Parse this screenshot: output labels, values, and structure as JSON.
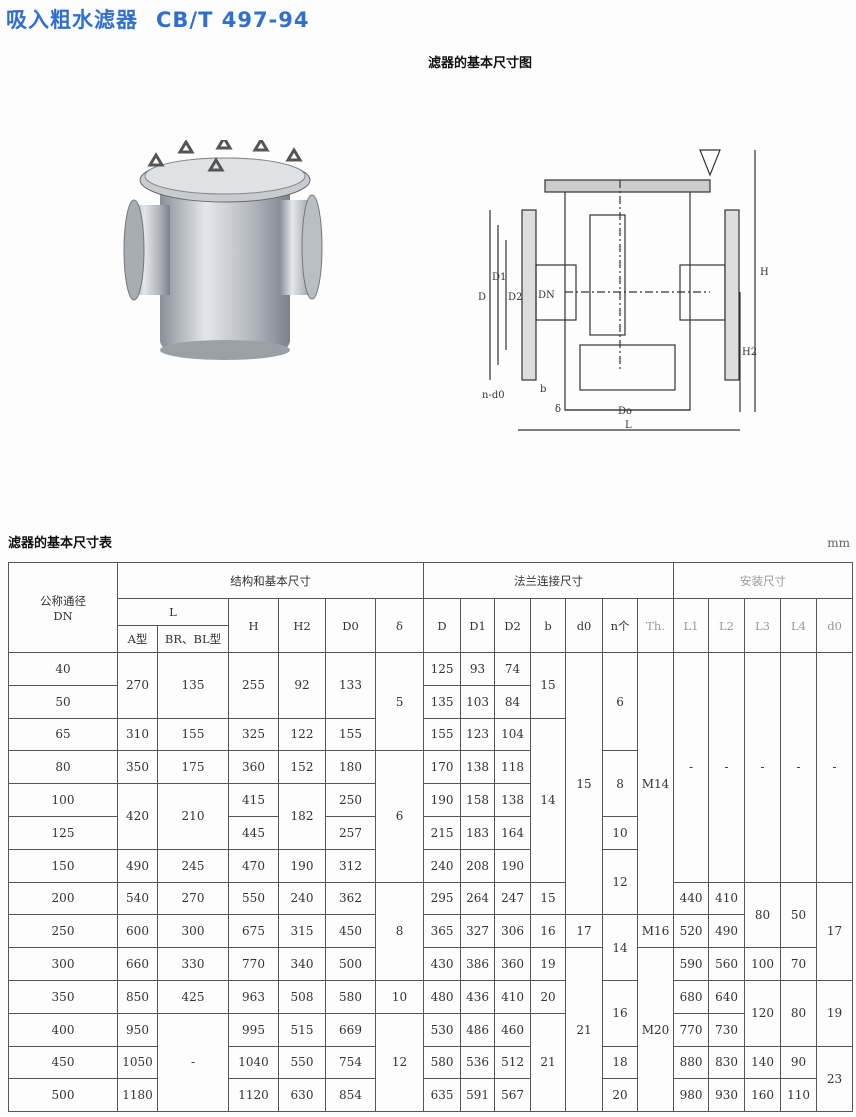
{
  "header": {
    "title": "吸入粗水滤器",
    "standard": "CB/T 497-94"
  },
  "figure": {
    "title": "滤器的基本尺寸图",
    "labels": {
      "D": "D",
      "D1": "D1",
      "D2": "D2",
      "DN": "DN",
      "H": "H",
      "H2": "H2",
      "nd0": "n-d0",
      "b": "b",
      "delta": "δ",
      "D0": "Do",
      "L": "L"
    }
  },
  "table": {
    "title": "滤器的基本尺寸表",
    "unit": "mm",
    "headers": {
      "dn_line1": "公称通径",
      "dn_line2": "DN",
      "group_structure": "结构和基本尺寸",
      "group_flange": "法兰连接尺寸",
      "group_install": "安装尺寸",
      "L": "L",
      "L_A": "A型",
      "L_BR": "BR、BL型",
      "H": "H",
      "H2": "H2",
      "D0": "D0",
      "delta": "δ",
      "D": "D",
      "D1": "D1",
      "D2": "D2",
      "b": "b",
      "d0": "d0",
      "n": "n个",
      "Th": "Th.",
      "L1": "L1",
      "L2": "L2",
      "L3": "L3",
      "L4": "L4",
      "d0_install": "d0"
    },
    "columns": [
      {
        "key": "dn",
        "cells": [
          [
            "40",
            1
          ],
          [
            "50",
            1
          ],
          [
            "65",
            1
          ],
          [
            "80",
            1
          ],
          [
            "100",
            1
          ],
          [
            "125",
            1
          ],
          [
            "150",
            1
          ],
          [
            "200",
            1
          ],
          [
            "250",
            1
          ],
          [
            "300",
            1
          ],
          [
            "350",
            1
          ],
          [
            "400",
            1
          ],
          [
            "450",
            1
          ],
          [
            "500",
            1
          ]
        ]
      },
      {
        "key": "L_A",
        "cells": [
          [
            "270",
            2
          ],
          [
            "310",
            1
          ],
          [
            "350",
            1
          ],
          [
            "420",
            2
          ],
          [
            "490",
            1
          ],
          [
            "540",
            1
          ],
          [
            "600",
            1
          ],
          [
            "660",
            1
          ],
          [
            "850",
            1
          ],
          [
            "950",
            1
          ],
          [
            "1050",
            1
          ],
          [
            "1180",
            1
          ]
        ]
      },
      {
        "key": "L_BR",
        "cells": [
          [
            "135",
            2
          ],
          [
            "155",
            1
          ],
          [
            "175",
            1
          ],
          [
            "210",
            2
          ],
          [
            "245",
            1
          ],
          [
            "270",
            1
          ],
          [
            "300",
            1
          ],
          [
            "330",
            1
          ],
          [
            "425",
            1
          ],
          [
            "-",
            3
          ]
        ]
      },
      {
        "key": "H",
        "cells": [
          [
            "255",
            2
          ],
          [
            "325",
            1
          ],
          [
            "360",
            1
          ],
          [
            "415",
            1
          ],
          [
            "445",
            1
          ],
          [
            "470",
            1
          ],
          [
            "550",
            1
          ],
          [
            "675",
            1
          ],
          [
            "770",
            1
          ],
          [
            "963",
            1
          ],
          [
            "995",
            1
          ],
          [
            "1040",
            1
          ],
          [
            "1120",
            1
          ]
        ]
      },
      {
        "key": "H2",
        "cells": [
          [
            "92",
            2
          ],
          [
            "122",
            1
          ],
          [
            "152",
            1
          ],
          [
            "182",
            2
          ],
          [
            "190",
            1
          ],
          [
            "240",
            1
          ],
          [
            "315",
            1
          ],
          [
            "340",
            1
          ],
          [
            "508",
            1
          ],
          [
            "515",
            1
          ],
          [
            "550",
            1
          ],
          [
            "630",
            1
          ]
        ]
      },
      {
        "key": "D0",
        "cells": [
          [
            "133",
            2
          ],
          [
            "155",
            1
          ],
          [
            "180",
            1
          ],
          [
            "250",
            1
          ],
          [
            "257",
            1
          ],
          [
            "312",
            1
          ],
          [
            "362",
            1
          ],
          [
            "450",
            1
          ],
          [
            "500",
            1
          ],
          [
            "580",
            1
          ],
          [
            "669",
            1
          ],
          [
            "754",
            1
          ],
          [
            "854",
            1
          ]
        ]
      },
      {
        "key": "delta",
        "cells": [
          [
            "5",
            3
          ],
          [
            "6",
            4
          ],
          [
            "8",
            3
          ],
          [
            "10",
            1
          ],
          [
            "12",
            3
          ]
        ]
      },
      {
        "key": "D",
        "cells": [
          [
            "125",
            1
          ],
          [
            "135",
            1
          ],
          [
            "155",
            1
          ],
          [
            "170",
            1
          ],
          [
            "190",
            1
          ],
          [
            "215",
            1
          ],
          [
            "240",
            1
          ],
          [
            "295",
            1
          ],
          [
            "365",
            1
          ],
          [
            "430",
            1
          ],
          [
            "480",
            1
          ],
          [
            "530",
            1
          ],
          [
            "580",
            1
          ],
          [
            "635",
            1
          ]
        ]
      },
      {
        "key": "D1",
        "cells": [
          [
            "93",
            1
          ],
          [
            "103",
            1
          ],
          [
            "123",
            1
          ],
          [
            "138",
            1
          ],
          [
            "158",
            1
          ],
          [
            "183",
            1
          ],
          [
            "208",
            1
          ],
          [
            "264",
            1
          ],
          [
            "327",
            1
          ],
          [
            "386",
            1
          ],
          [
            "436",
            1
          ],
          [
            "486",
            1
          ],
          [
            "536",
            1
          ],
          [
            "591",
            1
          ]
        ]
      },
      {
        "key": "D2",
        "cells": [
          [
            "74",
            1
          ],
          [
            "84",
            1
          ],
          [
            "104",
            1
          ],
          [
            "118",
            1
          ],
          [
            "138",
            1
          ],
          [
            "164",
            1
          ],
          [
            "190",
            1
          ],
          [
            "247",
            1
          ],
          [
            "306",
            1
          ],
          [
            "360",
            1
          ],
          [
            "410",
            1
          ],
          [
            "460",
            1
          ],
          [
            "512",
            1
          ],
          [
            "567",
            1
          ]
        ]
      },
      {
        "key": "b",
        "cells": [
          [
            "15",
            2
          ],
          [
            "14",
            5
          ],
          [
            "15",
            1
          ],
          [
            "16",
            1
          ],
          [
            "19",
            1
          ],
          [
            "20",
            1
          ],
          [
            "21",
            3
          ]
        ]
      },
      {
        "key": "d0",
        "cells": [
          [
            "15",
            8
          ],
          [
            "17",
            1
          ],
          [
            "21",
            5
          ]
        ]
      },
      {
        "key": "n",
        "cells": [
          [
            "6",
            3
          ],
          [
            "8",
            2
          ],
          [
            "10",
            1
          ],
          [
            "12",
            2
          ],
          [
            "14",
            2
          ],
          [
            "16",
            2
          ],
          [
            "18",
            1
          ],
          [
            "20",
            1
          ]
        ]
      },
      {
        "key": "Th",
        "cells": [
          [
            "M14",
            8
          ],
          [
            "M16",
            1
          ],
          [
            "M20",
            5
          ]
        ]
      },
      {
        "key": "L1",
        "cells": [
          [
            "-",
            7
          ],
          [
            "440",
            1
          ],
          [
            "520",
            1
          ],
          [
            "590",
            1
          ],
          [
            "680",
            1
          ],
          [
            "770",
            1
          ],
          [
            "880",
            1
          ],
          [
            "980",
            1
          ]
        ]
      },
      {
        "key": "L2",
        "cells": [
          [
            "-",
            7
          ],
          [
            "410",
            1
          ],
          [
            "490",
            1
          ],
          [
            "560",
            1
          ],
          [
            "640",
            1
          ],
          [
            "730",
            1
          ],
          [
            "830",
            1
          ],
          [
            "930",
            1
          ]
        ]
      },
      {
        "key": "L3",
        "cells": [
          [
            "-",
            7
          ],
          [
            "80",
            2
          ],
          [
            "100",
            1
          ],
          [
            "120",
            2
          ],
          [
            "140",
            1
          ],
          [
            "160",
            1
          ]
        ]
      },
      {
        "key": "L4",
        "cells": [
          [
            "-",
            7
          ],
          [
            "50",
            2
          ],
          [
            "70",
            1
          ],
          [
            "80",
            2
          ],
          [
            "90",
            1
          ],
          [
            "110",
            1
          ]
        ]
      },
      {
        "key": "d0_install",
        "cells": [
          [
            "-",
            7
          ],
          [
            "17",
            3
          ],
          [
            "19",
            2
          ],
          [
            "23",
            2
          ]
        ]
      }
    ]
  }
}
